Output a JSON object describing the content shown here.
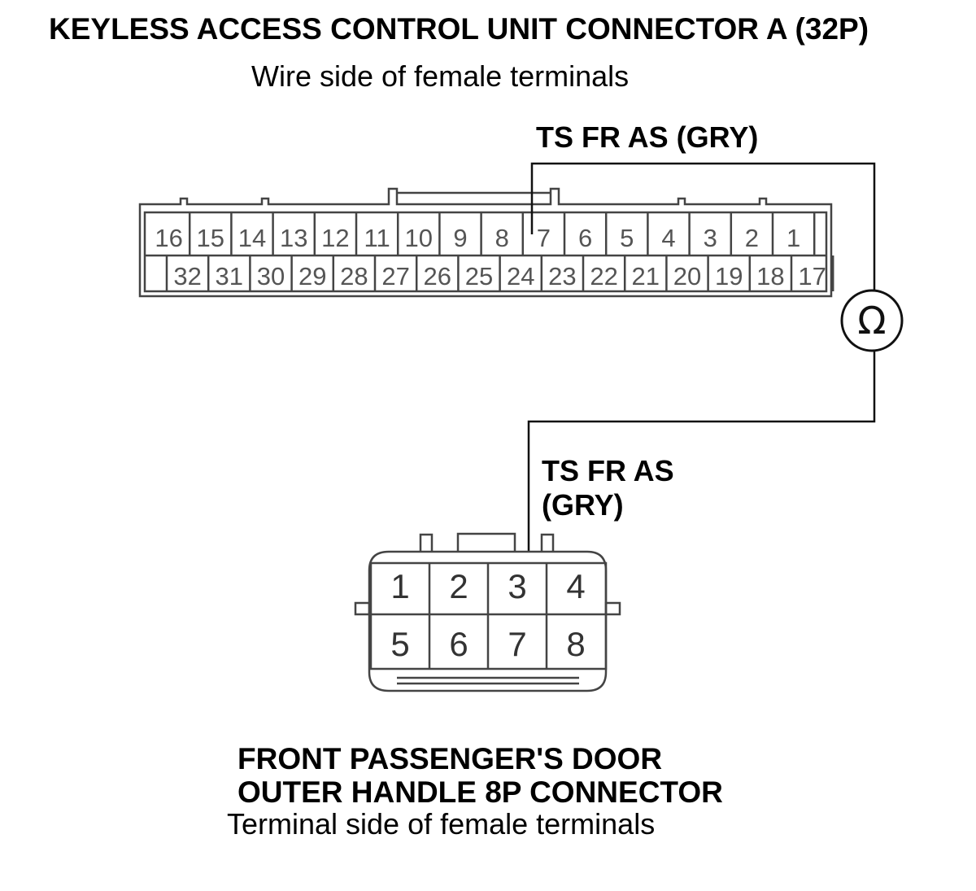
{
  "connector_a": {
    "title": "KEYLESS ACCESS CONTROL UNIT CONNECTOR A (32P)",
    "subtitle": "Wire side of female terminals",
    "wire_label": "TS FR AS (GRY)",
    "top_row": [
      "16",
      "15",
      "14",
      "13",
      "12",
      "11",
      "10",
      "9",
      "8",
      "7",
      "6",
      "5",
      "4",
      "3",
      "2",
      "1"
    ],
    "bottom_row": [
      "32",
      "31",
      "30",
      "29",
      "28",
      "27",
      "26",
      "25",
      "24",
      "23",
      "22",
      "21",
      "20",
      "19",
      "18",
      "17"
    ],
    "probe_terminal": "7"
  },
  "meter": {
    "symbol": "Ω",
    "icon": "ohmmeter-icon"
  },
  "connector_b": {
    "wire_label_line1": "TS FR AS",
    "wire_label_line2": "(GRY)",
    "top_row": [
      "1",
      "2",
      "3",
      "4"
    ],
    "bottom_row": [
      "5",
      "6",
      "7",
      "8"
    ],
    "probe_terminal": "3",
    "title_line1": "FRONT PASSENGER'S DOOR",
    "title_line2": "OUTER HANDLE 8P CONNECTOR",
    "subtitle": "Terminal side of female terminals"
  }
}
